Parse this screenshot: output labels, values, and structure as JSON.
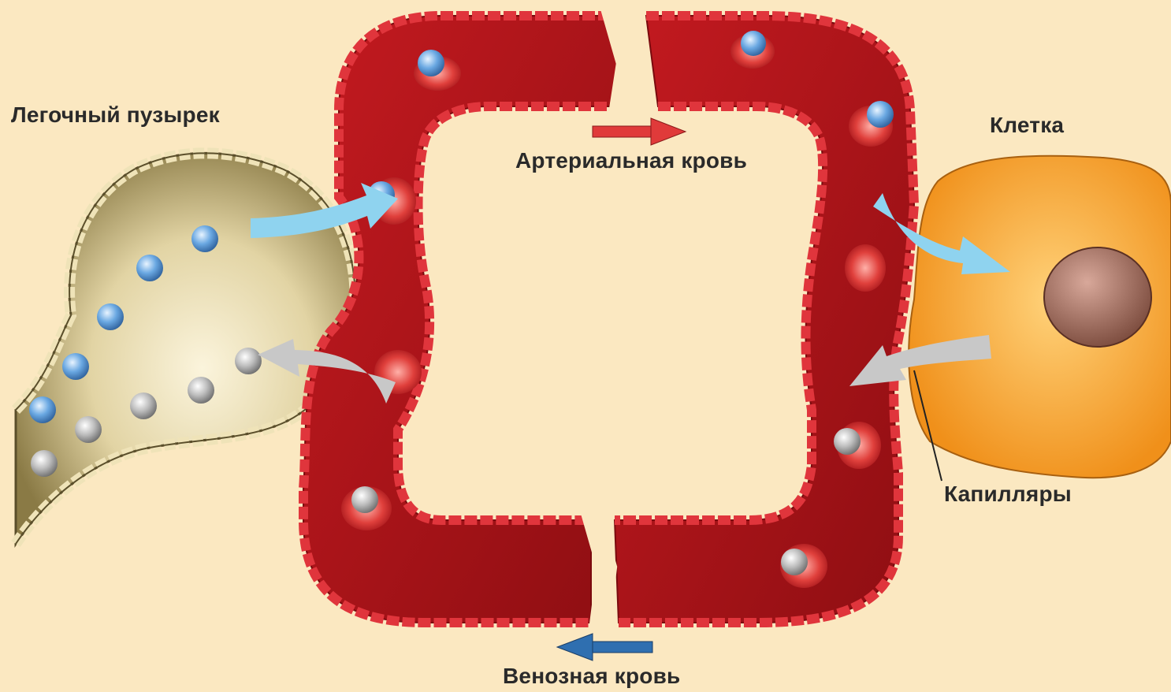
{
  "labels": {
    "alveolus": "Легочный пузырек",
    "cell": "Клетка",
    "arterial_blood": "Артериальная кровь",
    "capillaries": "Капилляры",
    "venous_blood": "Венозная кровь"
  },
  "colors": {
    "background": "#fbe8c1",
    "vessel": "#b3151c",
    "vessel_wall": "#e0353c",
    "alveolus_fill": "#e8dcb0",
    "cell_fill": "#f7a530",
    "nucleus": "#a0685a",
    "oxygen": "#5a9ad6",
    "co2": "#a8a8a8",
    "arterial_arrow": "#e03a3a",
    "venous_arrow": "#2f6fb0",
    "oxygen_arrow": "#8fd3ef",
    "co2_arrow": "#c8c8c8"
  }
}
